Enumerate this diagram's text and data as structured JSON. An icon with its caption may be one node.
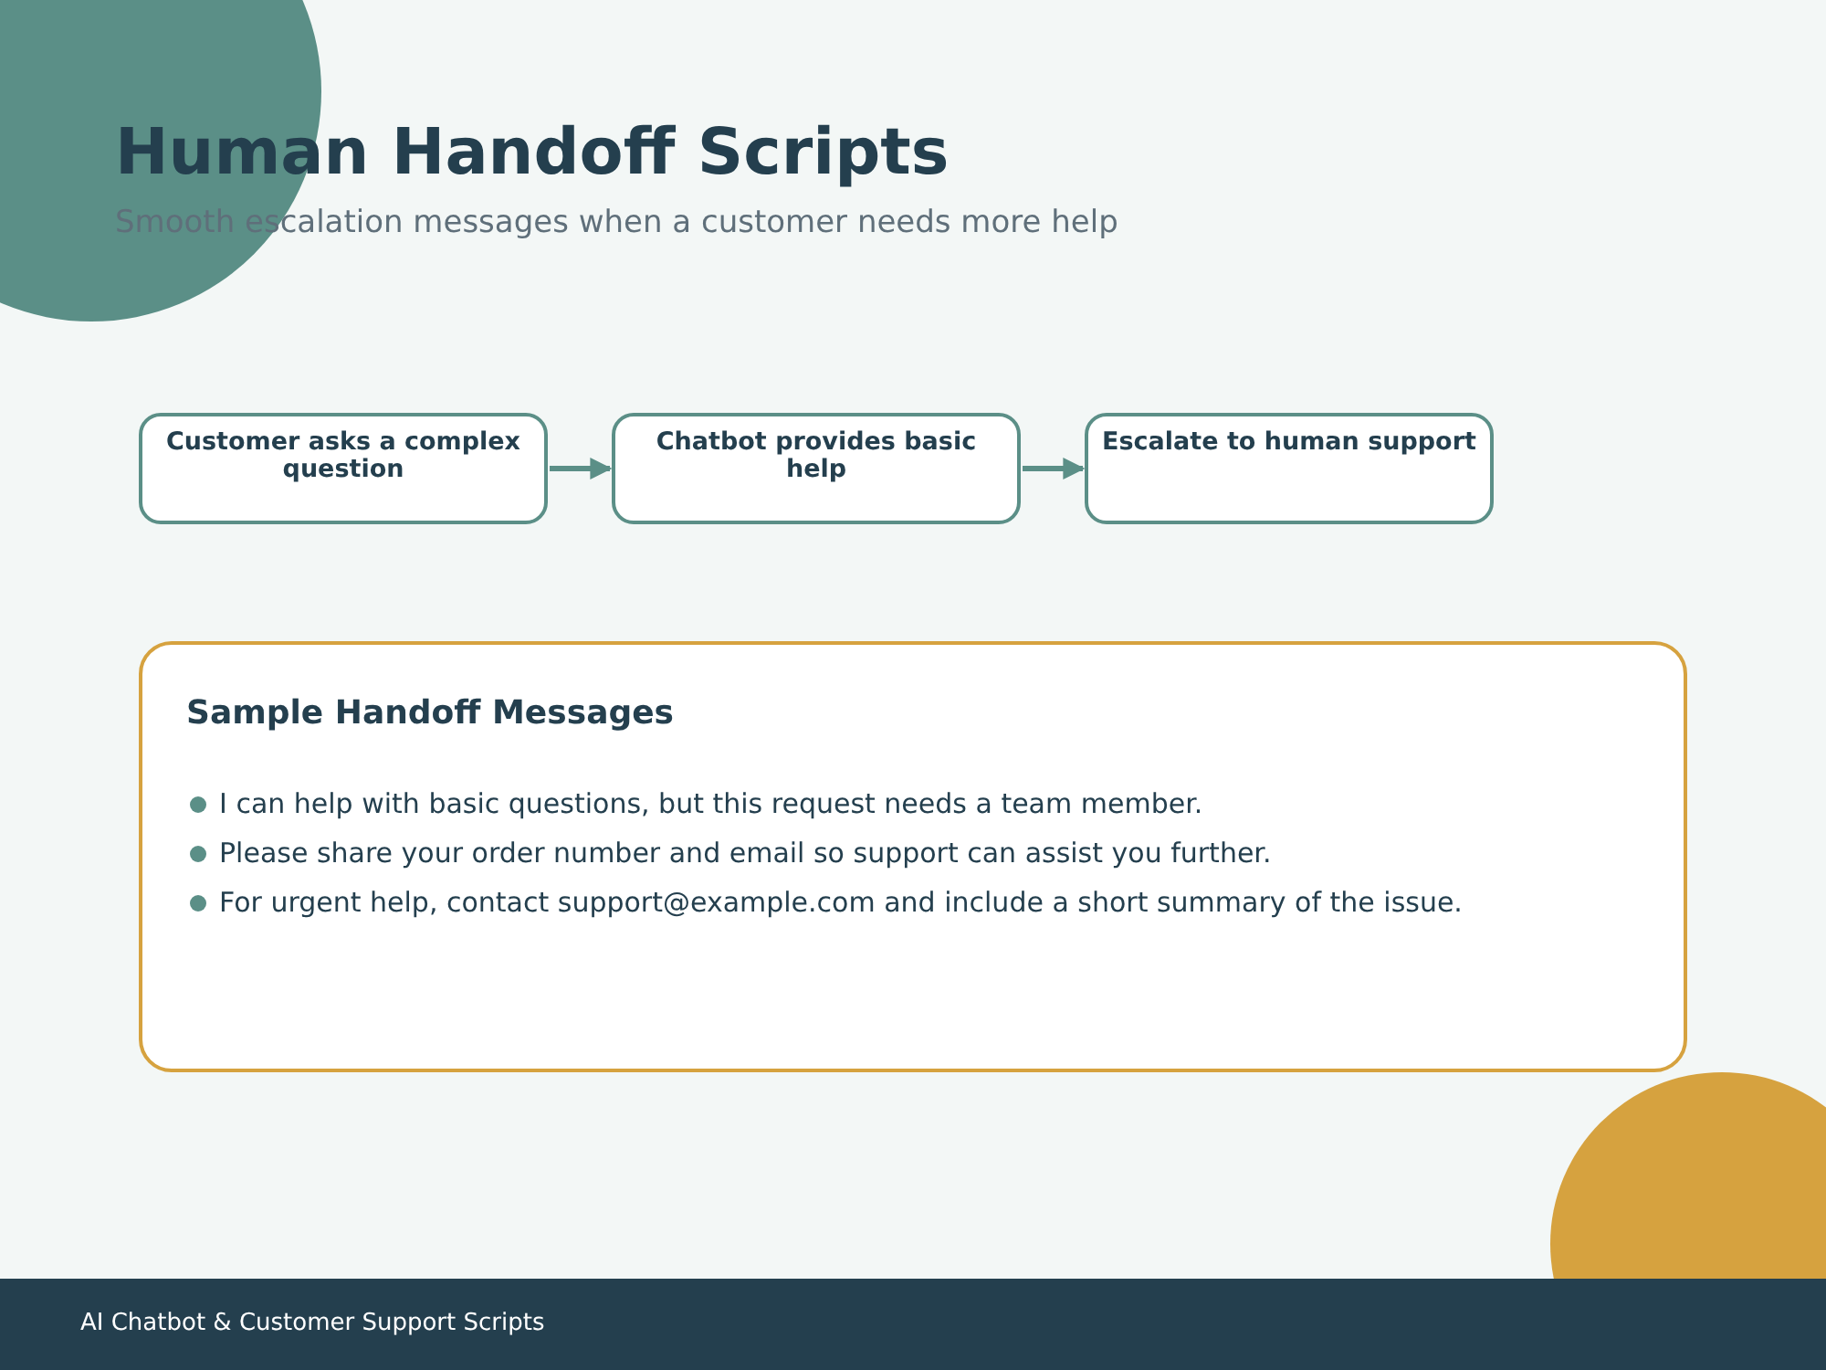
{
  "diagram": {
    "title": "Human Handoff Scripts",
    "nodes": [
      {
        "text": [
          "Customer asks a complex question"
        ]
      },
      {
        "text": [
          "Chatbot provides basic help"
        ]
      },
      {
        "text": [
          "Escalate to human support"
        ]
      },
      {
        "text": [
          "Sample Handoff Messages",
          "I can help with basic questions, but this request needs a team member.",
          "Please share your order number and email so support can assist you further.",
          "For urgent help, contact support@example.com and include a short summary of the issue."
        ]
      },
      {
        "text": [
          "AI Chatbot & Customer Support Scripts"
        ]
      }
    ],
    "edges": [
      {
        "from": 0,
        "to": 1,
        "arrow": "to"
      },
      {
        "from": 1,
        "to": 2,
        "arrow": "to"
      }
    ],
    "labels": [
      "Smooth escalation messages when a customer needs more help"
    ]
  }
}
